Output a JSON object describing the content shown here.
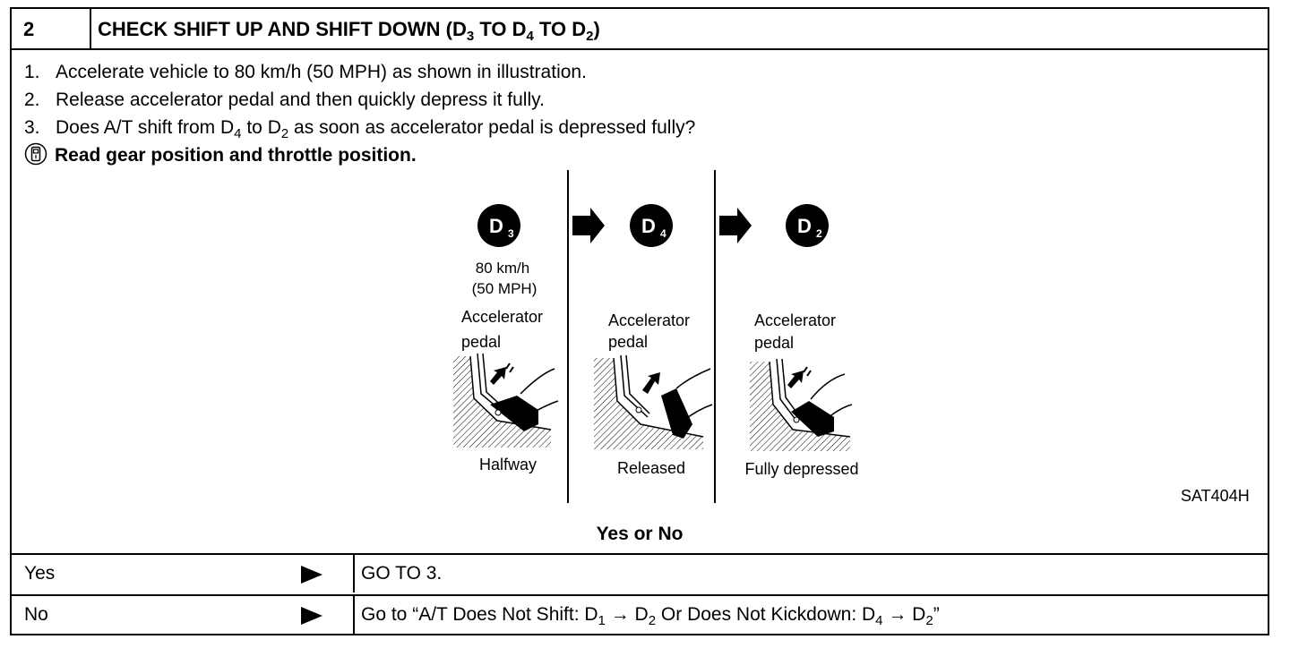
{
  "header": {
    "step_number": "2",
    "title_main": "CHECK SHIFT UP AND SHIFT DOWN (D",
    "title_sub1": "3",
    "title_mid1": " TO D",
    "title_sub2": "4",
    "title_mid2": " TO D",
    "title_sub3": "2",
    "title_end": ")"
  },
  "steps": {
    "s1_num": "1.",
    "s1_text": "Accelerate vehicle to 80 km/h (50 MPH) as shown in illustration.",
    "s2_num": "2.",
    "s2_text": "Release accelerator pedal and then quickly depress it fully.",
    "s3_num": "3.",
    "s3_a": "Does A/T shift from D",
    "s3_sub1": "4",
    "s3_b": " to D",
    "s3_sub2": "2",
    "s3_c": " as soon as accelerator pedal is depressed fully?",
    "note": "Read gear position and throttle position."
  },
  "figure": {
    "gear1": "D",
    "gear1_sub": "3",
    "gear2": "D",
    "gear2_sub": "4",
    "gear3": "D",
    "gear3_sub": "2",
    "speed_line1": "80 km/h",
    "speed_line2": "(50 MPH)",
    "label_a1": "Accelerator",
    "label_a2": "pedal",
    "label_b1": "Accelerator",
    "label_b2": "pedal",
    "label_c1": "Accelerator",
    "label_c2": "pedal",
    "state1": "Halfway",
    "state2": "Released",
    "state3": "Fully depressed",
    "code": "SAT404H"
  },
  "question": "Yes or No",
  "answers": {
    "yes_label": "Yes",
    "yes_action": "GO TO 3.",
    "no_label": "No",
    "no_a": "Go to “A/T Does Not Shift: D",
    "no_sub1": "1",
    "no_b": " → D",
    "no_sub2": "2",
    "no_c": " Or Does Not Kickdown: D",
    "no_sub3": "4",
    "no_d": " → D",
    "no_sub4": "2",
    "no_e": "”"
  },
  "icons": {
    "note_icon": "consult-monitor-icon",
    "arrow": "right-arrow-icon",
    "pointer": "triangle-pointer-icon"
  }
}
